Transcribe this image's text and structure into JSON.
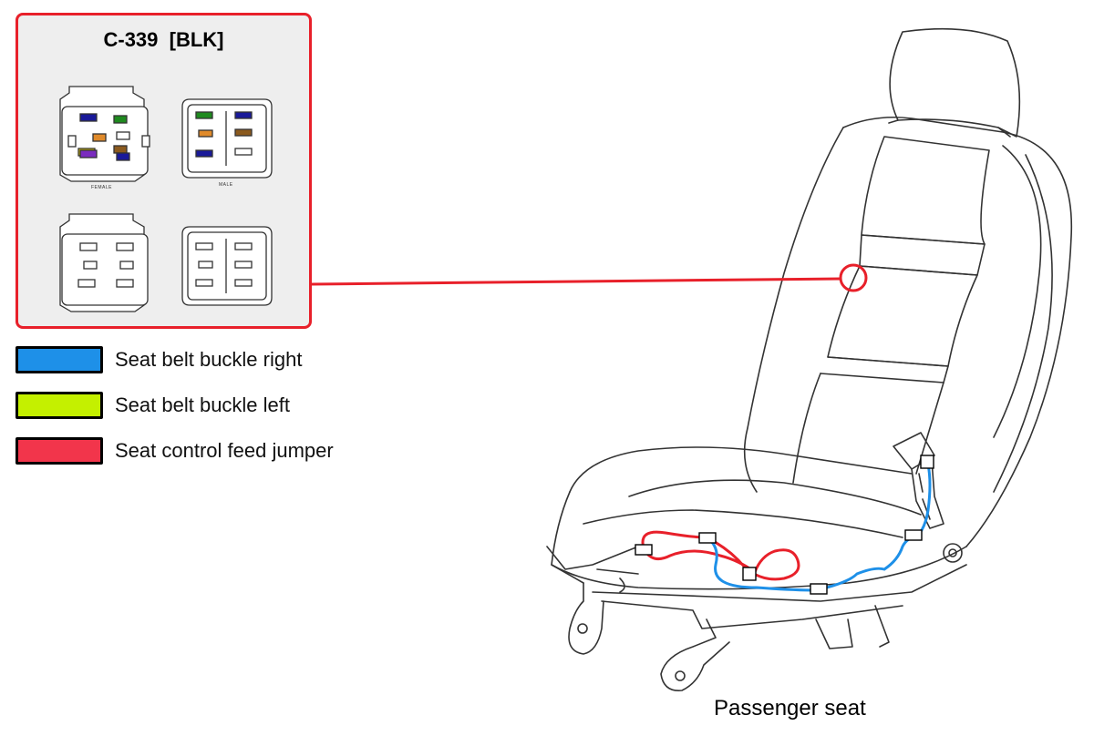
{
  "callout": {
    "title": "C-339  [BLK]",
    "top_left_view_label": "FEMALE",
    "top_right_view_label": "MALE",
    "highlight_color": "#e8202a"
  },
  "legend": [
    {
      "label": "Seat belt buckle right",
      "color": "#1e90e8"
    },
    {
      "label": "Seat belt buckle left",
      "color": "#c4f000"
    },
    {
      "label": "Seat control feed jumper",
      "color": "#f2354b"
    }
  ],
  "caption": "Passenger seat"
}
